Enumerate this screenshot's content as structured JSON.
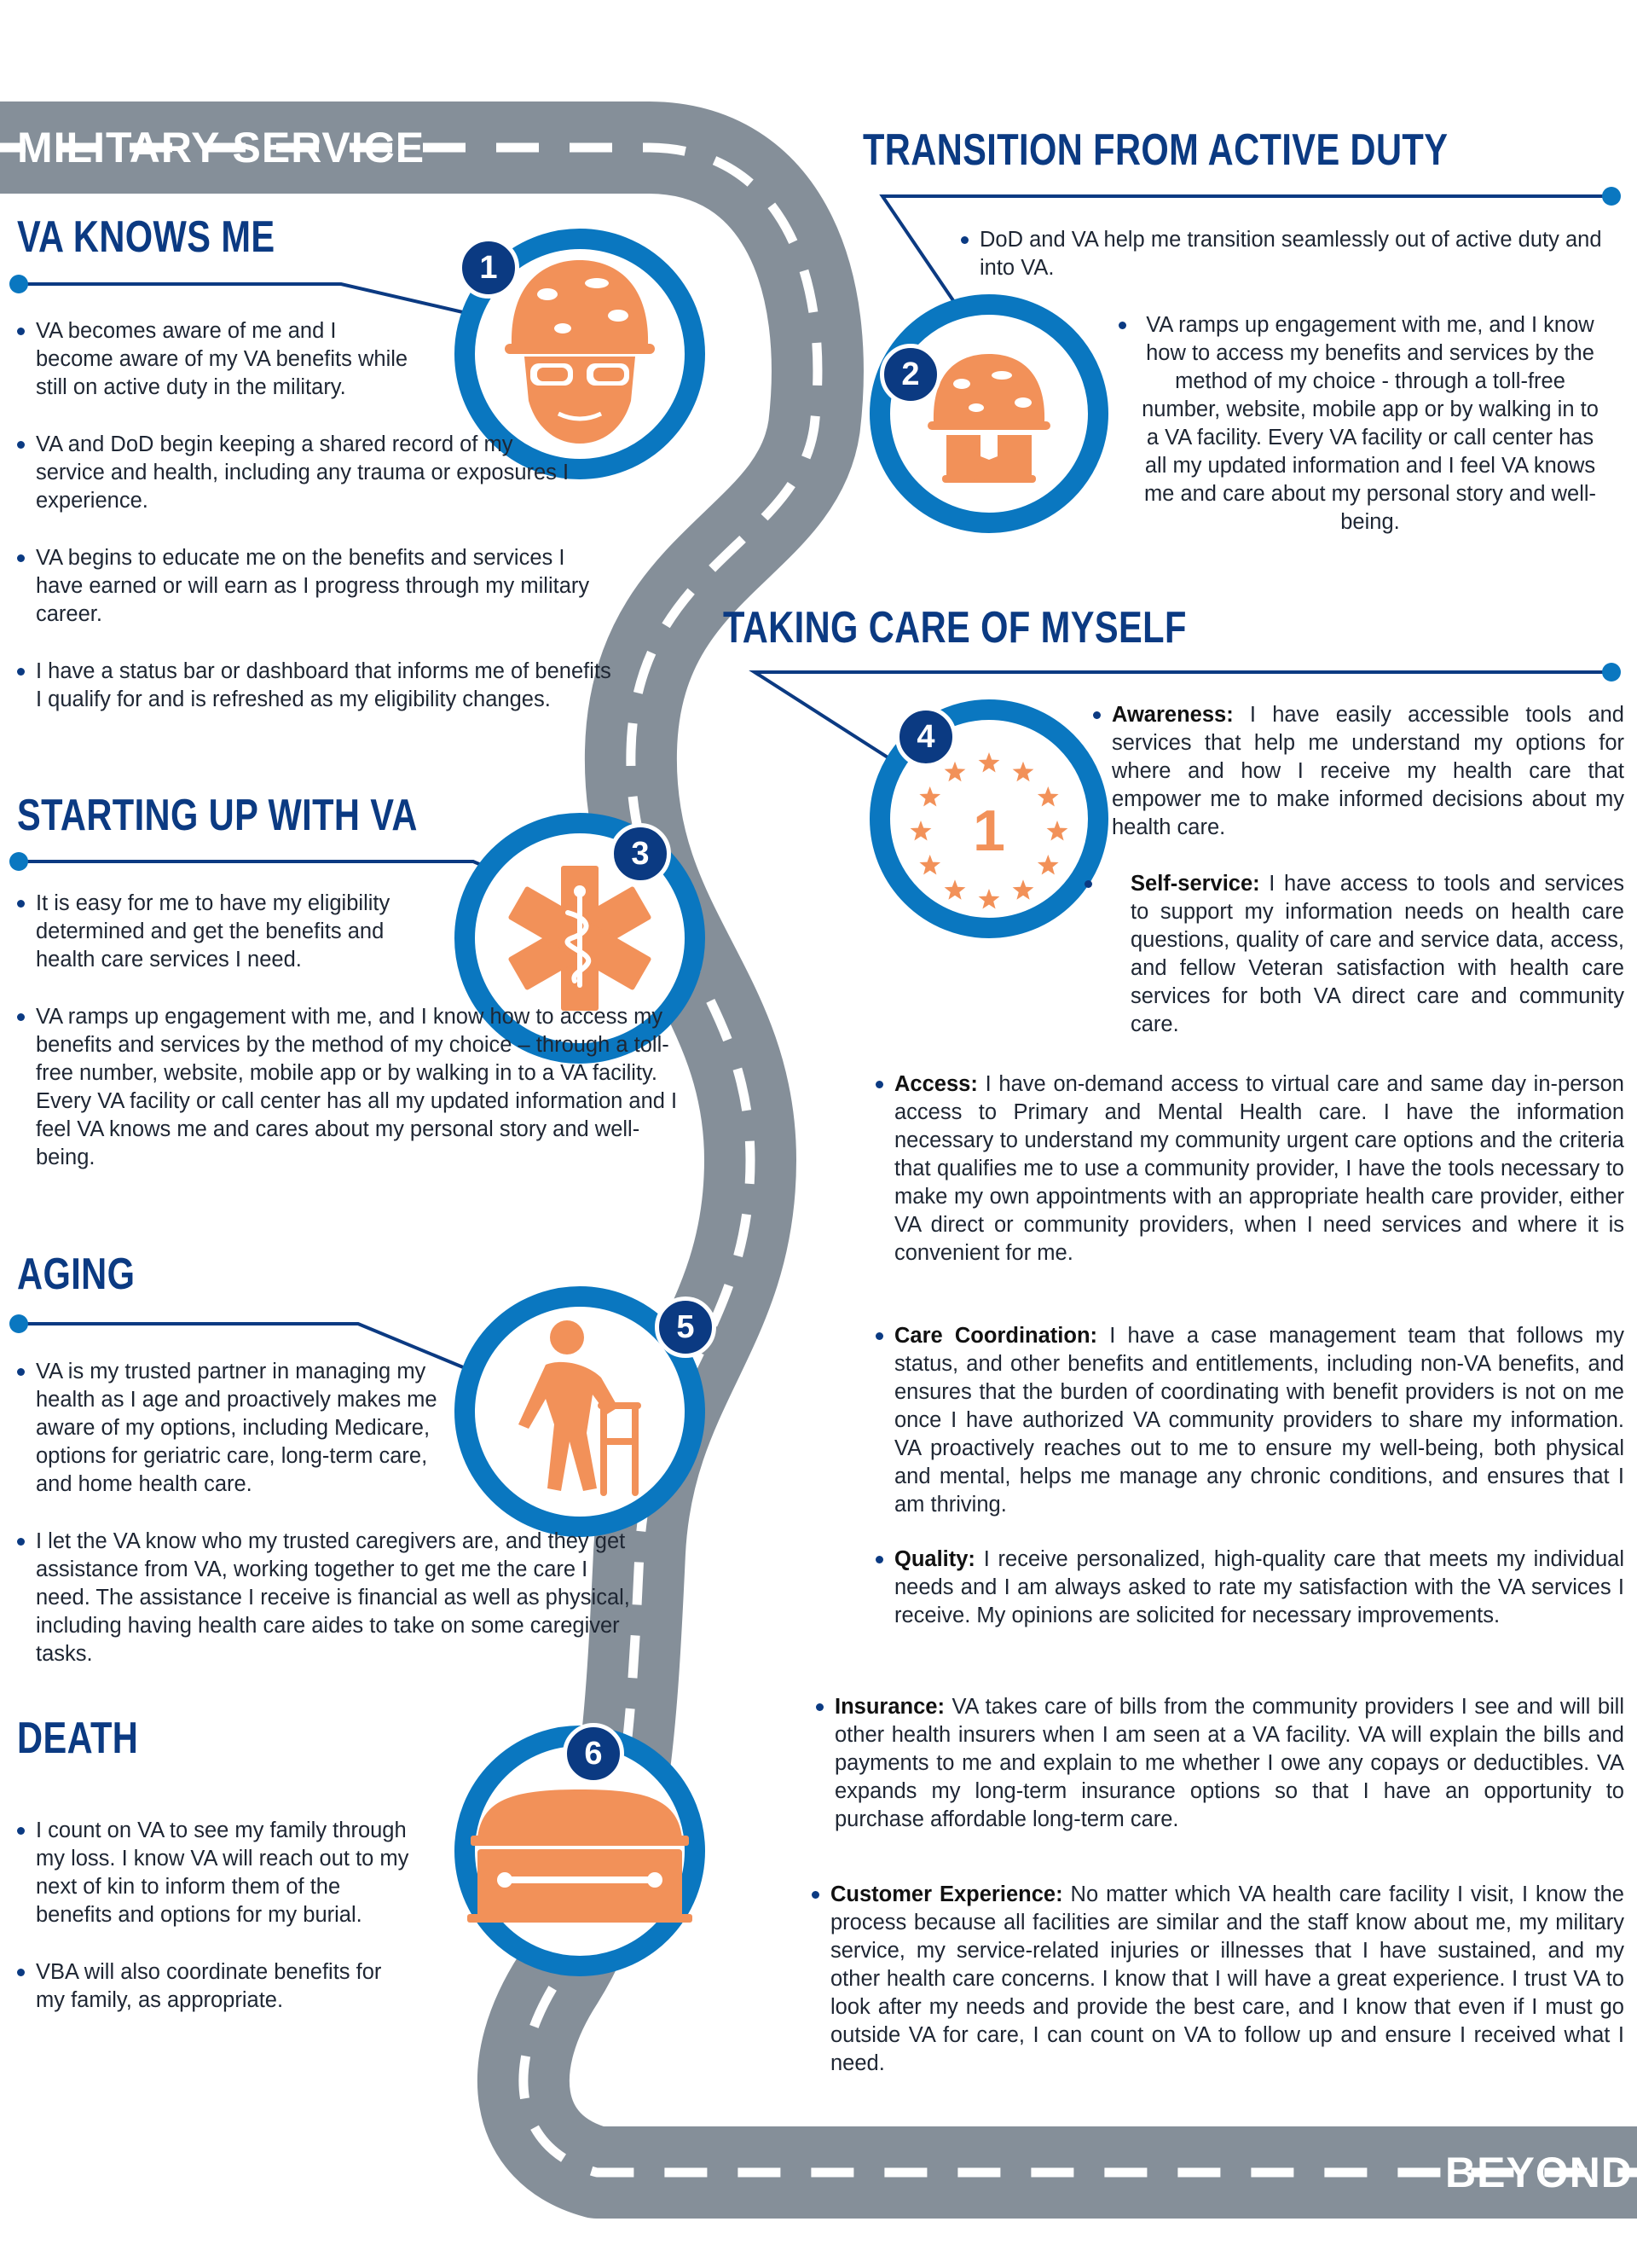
{
  "road": {
    "start_label": "MILITARY SERVICE",
    "end_label": "BEYOND"
  },
  "colors": {
    "navy": "#0b3a82",
    "blue": "#0a77c0",
    "orange": "#f29159",
    "road_gray": "#858f99"
  },
  "sections": {
    "va_knows_me": {
      "title": "VA KNOWS ME",
      "step": "1",
      "icon": "soldier-helmet-icon",
      "bullets": [
        "VA becomes aware of me and I become aware of my VA benefits while still on active duty in the military.",
        "VA and DoD begin keeping a shared record of my service and health, including any trauma or exposures I experience.",
        "VA begins to educate me on the benefits and services I have earned or will earn as I progress through my military career.",
        "I have a status bar or dashboard that informs me of benefits I qualify for and is refreshed as my eligibility changes."
      ]
    },
    "transition": {
      "title": "TRANSITION FROM ACTIVE DUTY",
      "step": "2",
      "icon": "helmet-boots-icon",
      "bullets": [
        "DoD and VA help me transition seamlessly out of active duty and into VA.",
        "VA ramps up engagement with me, and I know how to access my benefits and services by the method of my choice - through a toll-free number, website, mobile app or by walking in to a VA facility. Every VA facility or call center has all my updated information and I feel VA knows me and care about my personal story and well-being."
      ]
    },
    "starting_up": {
      "title": "STARTING UP WITH VA",
      "step": "3",
      "icon": "star-of-life-icon",
      "bullets": [
        "It is easy for me to have my eligibility determined and get the benefits and health care services I need.",
        "VA ramps up engagement with me, and I know how to access my benefits and services by the method of my choice – through a toll-free number, website, mobile app or by walking in to a VA facility. Every VA facility or call center has all my updated information and I feel VA knows me and cares about my personal story and well-being."
      ]
    },
    "taking_care": {
      "title": "TAKING CARE OF MYSELF",
      "step": "4",
      "icon": "star-ring-icon",
      "icon_text": "1",
      "items": [
        {
          "label": "Awareness:",
          "text": " I have easily accessible tools and services that help me understand my options for where and how I receive my health care that empower me to make informed decisions about my health care."
        },
        {
          "label": "Self-service:",
          "text": " I have access to tools and services to support my information needs on health care questions, quality of care and service data, access, and fellow Veteran satisfaction with health care services for both VA direct care and community care."
        },
        {
          "label": "Access:",
          "text": " I have on-demand access to virtual care and same day in-person access to Primary and Mental Health care. I have the information necessary to understand my community urgent care options and the criteria that qualifies me to use a community provider, I have the tools necessary to make my own appointments with an appropriate health care provider, either VA direct or community providers, when I need services and where it is convenient for me."
        },
        {
          "label": "Care Coordination:",
          "text": " I have a case management team that follows my status, and other benefits and entitlements, including non-VA benefits, and ensures that the burden of coordinating with benefit providers is not on me once I have authorized VA community providers to share my information. VA proactively reaches out to me to ensure my well-being, both physical and mental, helps me manage any chronic conditions, and ensures that I am thriving."
        },
        {
          "label": "Quality:",
          "text": " I receive personalized, high-quality care that meets my individual needs and I am always asked to rate my satisfaction with the VA services I receive. My opinions are solicited for necessary improvements."
        },
        {
          "label": "Insurance:",
          "text": " VA takes care of bills from the community providers I see and will bill other health insurers when I am seen at a VA facility. VA will explain the bills and payments to me and explain to me whether I owe any copays or deductibles. VA expands my long-term insurance options so that I have an opportunity to purchase affordable long-term care."
        },
        {
          "label": "Customer Experience:",
          "text": " No matter which VA health care facility I visit, I know the process because all facilities are similar and the staff know about me, my military service, my service-related injuries or illnesses that I have sustained, and my other health care concerns. I know that I will have a great experience. I trust VA to look after my needs and provide the best care, and I know that even if I must go outside VA for care, I can count on VA to follow up and ensure I received what I need."
        }
      ]
    },
    "aging": {
      "title": "AGING",
      "step": "5",
      "icon": "elderly-walker-icon",
      "bullets": [
        "VA is my trusted partner in managing my health as I age and proactively makes me aware of my options, including Medicare, options for geriatric care, long-term care, and home health care.",
        "I let the VA know who my trusted caregivers are, and they get assistance from VA, working together to get me the care I need. The assistance I receive is financial as well as physical, including having health care aides to take on some caregiver tasks."
      ]
    },
    "death": {
      "title": "DEATH",
      "step": "6",
      "icon": "casket-icon",
      "bullets": [
        "I count on VA to see my family through my loss. I know VA will reach out to my next of kin to inform them of the benefits and options for my burial.",
        "VBA will also coordinate benefits for my family, as appropriate."
      ]
    }
  }
}
